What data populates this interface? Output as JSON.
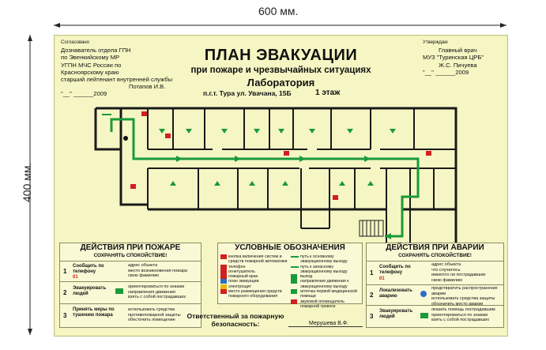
{
  "dimensions": {
    "width_label": "600 мм.",
    "height_label": "400 мм."
  },
  "approval_left": {
    "heading": "Согласовано",
    "lines": [
      "Дознаватель отдела ГПН",
      "по Эвенкийскому МР",
      "УГПН МЧС России по",
      "Красноярскому краю",
      "старший лейтенант внутренней службы"
    ],
    "signature": "Потапов И.В.",
    "date": "\"__\" ______2009"
  },
  "approval_right": {
    "heading": "Утверждаю",
    "lines": [
      "Главный врач",
      "МУЗ \"Туринская ЦРБ\"",
      "Ж.С. Пичуева"
    ],
    "date": "\"__\" ______2009"
  },
  "title": {
    "main": "ПЛАН ЭВАКУАЦИИ",
    "sub": "при пожаре и чрезвычайных ситуациях",
    "room": "Лаборатория",
    "address": "п.г.т. Тура  ул. Увачана, 15Б",
    "floor": "1 этаж"
  },
  "fire_panel": {
    "title": "ДЕЙСТВИЯ ПРИ ПОЖАРЕ",
    "subtitle": "СОХРАНЯТЬ СПОКОЙСТВИЕ!",
    "rows": [
      {
        "num": "1",
        "action": "Сообщить по телефону",
        "phone": "01",
        "notes": [
          "адрес объекта",
          "место возникновения пожара",
          "свою фамилию"
        ]
      },
      {
        "num": "2",
        "action": "Эвакуировать людей",
        "notes": [
          "ориентироваться по знакам направления движения",
          "взять с собой пострадавших"
        ]
      },
      {
        "num": "3",
        "action": "Принять меры по тушению пожара",
        "notes": [
          "использовать средства противопожарной защиты",
          "обесточить помещение"
        ]
      }
    ]
  },
  "legend_panel": {
    "title": "УСЛОВНЫЕ ОБОЗНАЧЕНИЯ",
    "items_left": [
      "кнопка включения систем и средств пожарной автоматики",
      "телефон",
      "огнетушитель",
      "пожарный кран",
      "план эвакуации",
      "электрощит",
      "место размещения средств пожарного оборудования"
    ],
    "items_right": [
      "путь к основному эвакуационному выходу",
      "путь к запасному эвакуационному выходу",
      "выход",
      "направление движения к эвакуационному выходу",
      "аптечка первой медицинской помощи",
      "звуковой оповещатель пожарной тревоги"
    ]
  },
  "accident_panel": {
    "title": "ДЕЙСТВИЯ ПРИ АВАРИИ",
    "subtitle": "СОХРАНЯТЬ СПОКОЙСТВИЕ!",
    "rows": [
      {
        "num": "1",
        "action": "Сообщить по телефону",
        "phone": "01",
        "notes": [
          "адрес объекта",
          "что случилось",
          "имеются ли пострадавшие",
          "свою фамилию"
        ]
      },
      {
        "num": "2",
        "action": "Локализовать аварию",
        "notes": [
          "предотвратить распространение аварии",
          "использовать средства защиты",
          "обозначить место аварии"
        ]
      },
      {
        "num": "3",
        "action": "Эвакуировать людей",
        "notes": [
          "оказать помощь пострадавшим",
          "ориентироваться по знакам",
          "взять с собой пострадавших"
        ]
      }
    ]
  },
  "responsible": {
    "label": "Ответственный за пожарную безопасность:",
    "name": "Мерушева В.Ф."
  },
  "colors": {
    "board": "#f6f6c4",
    "route": "#1a9a3a",
    "wall": "#1a1a1a",
    "accent_red": "#d21f1f"
  }
}
